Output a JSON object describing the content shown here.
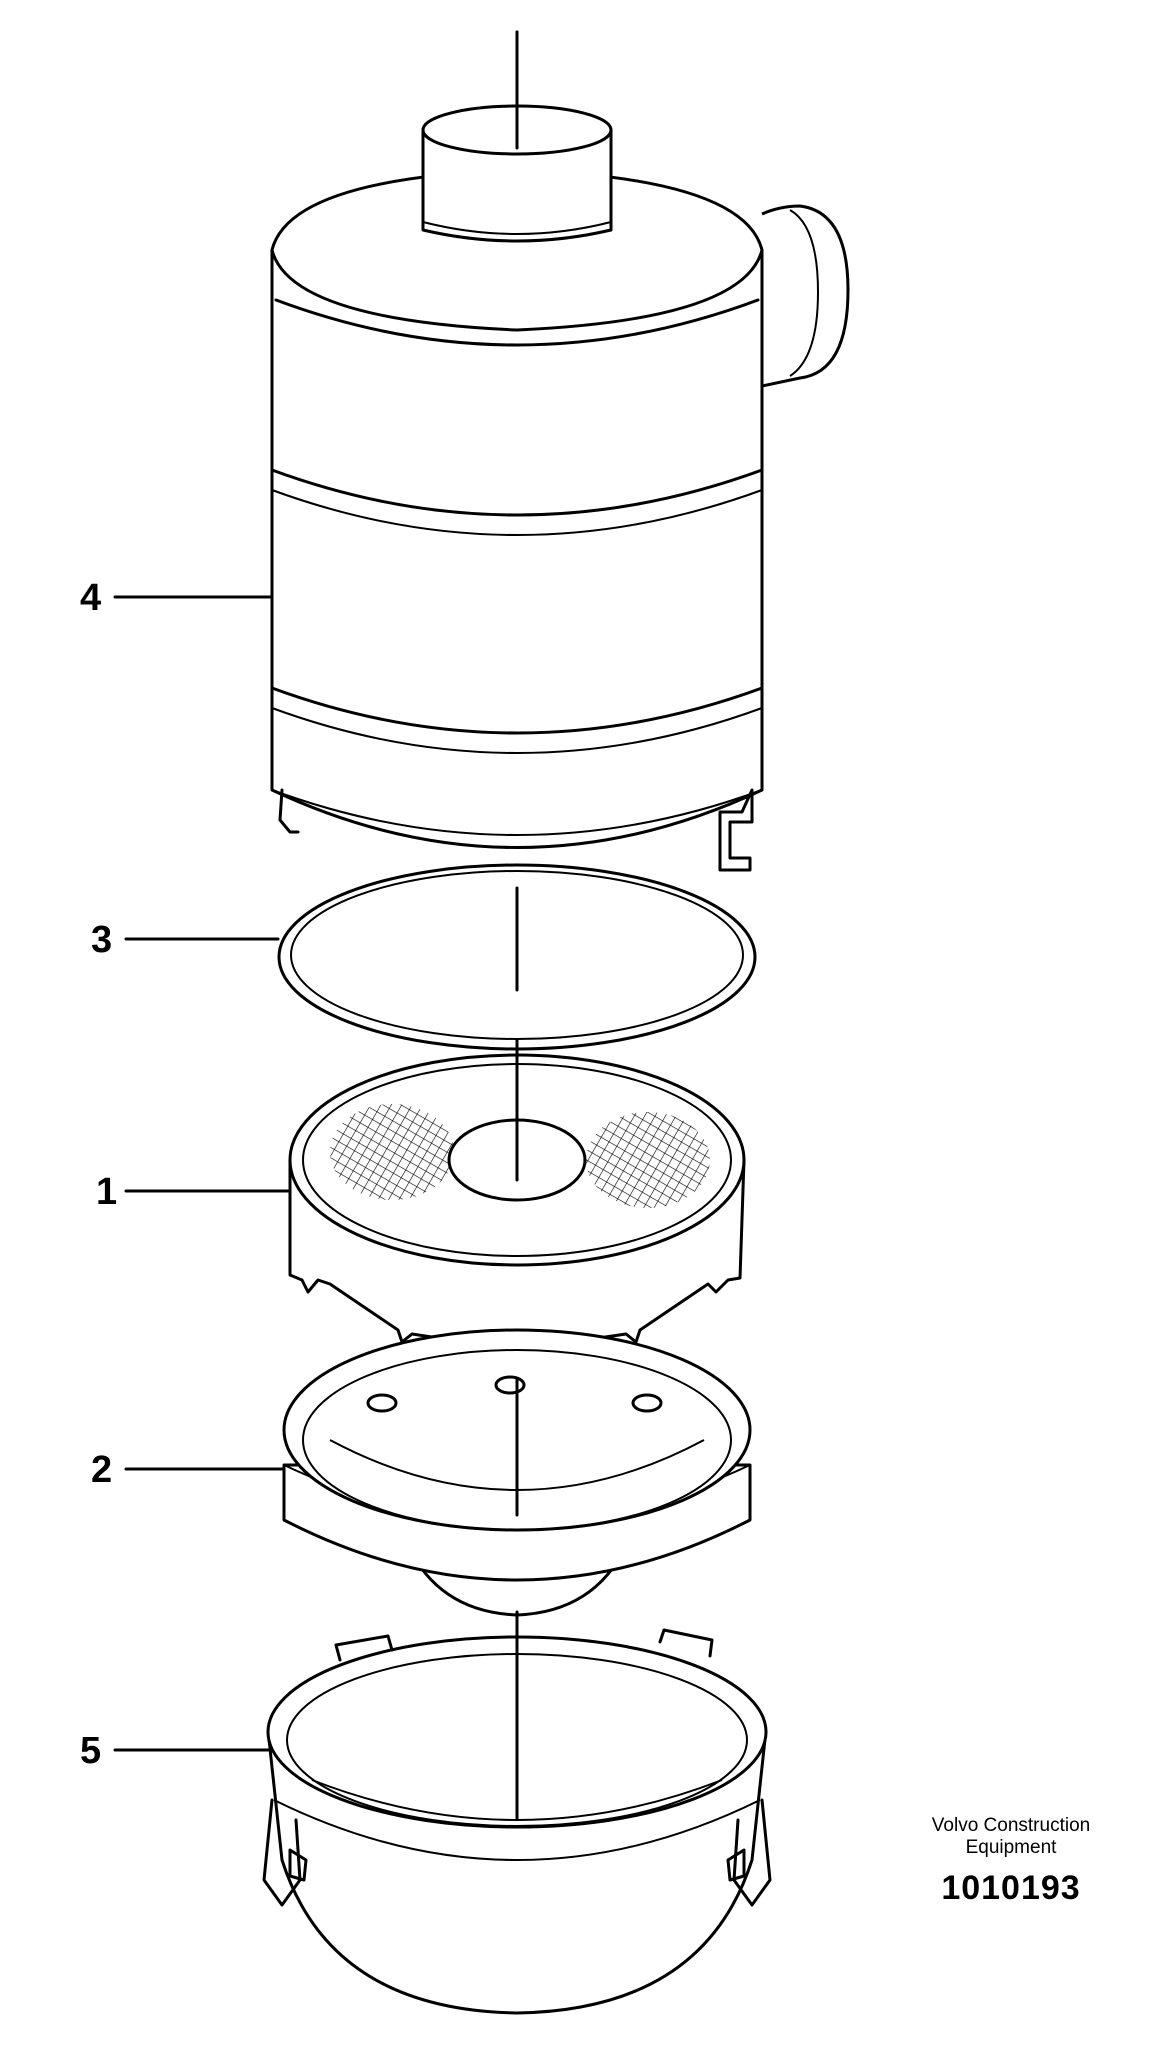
{
  "callouts": [
    {
      "number": "4",
      "part": "housing"
    },
    {
      "number": "3",
      "part": "seal-ring"
    },
    {
      "number": "1",
      "part": "pre-cleaner-filter"
    },
    {
      "number": "2",
      "part": "dust-bowl-lid"
    },
    {
      "number": "5",
      "part": "dust-cup"
    }
  ],
  "manufacturer": {
    "line1": "Volvo Construction",
    "line2": "Equipment"
  },
  "drawing_number": "1010193"
}
